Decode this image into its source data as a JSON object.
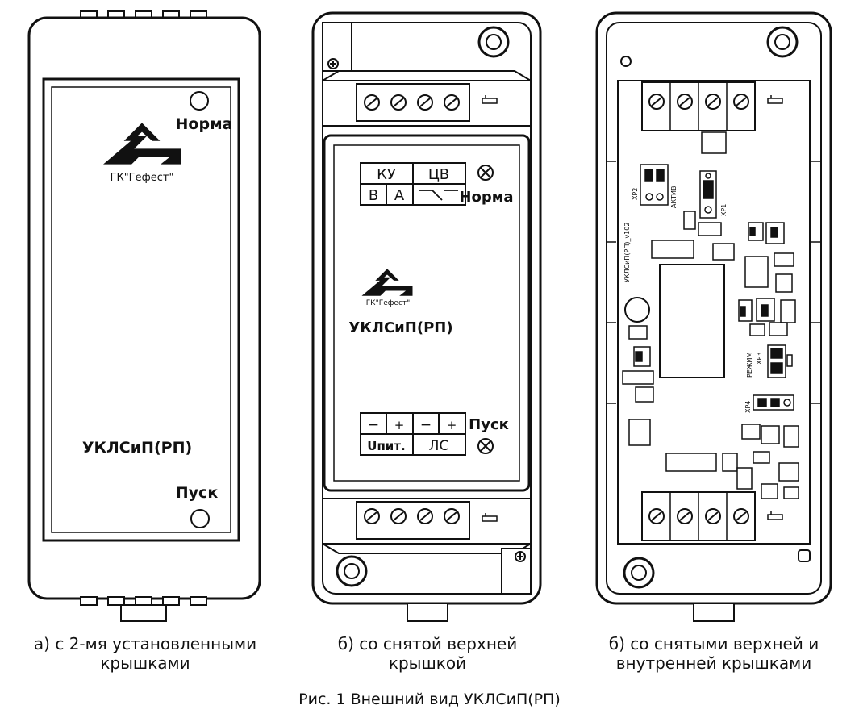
{
  "views": [
    {
      "id": "a",
      "labels": {
        "led_top": "Норма",
        "model": "УКЛСиП(РП)",
        "led_bottom": "Пуск",
        "logo_text": "ГК\"Гефест\""
      },
      "caption_lines": [
        "а) с 2-мя установленными",
        "крышками"
      ]
    },
    {
      "id": "b",
      "labels": {
        "ku": "КУ",
        "cv": "ЦВ",
        "b": "В",
        "a": "А",
        "norma": "Норма",
        "model": "УКЛСиП(РП)",
        "minus1": "−",
        "plus1": "+",
        "minus2": "−",
        "plus2": "+",
        "upit": "Uпит.",
        "ls": "ЛС",
        "pusk": "Пуск",
        "logo_text": "ГК\"Гефест\""
      },
      "caption_lines": [
        "б) со снятой верхней",
        "крышкой"
      ]
    },
    {
      "id": "c",
      "labels": {
        "xp2": "XP2",
        "xp1": "XP1",
        "xp3": "XP3",
        "xp4": "XP4",
        "aktiv": "АКТИВ",
        "rezhim": "РЕЖИМ",
        "pcb": "УКЛСиП(РП)_v102"
      },
      "caption_lines": [
        "б) со снятыми верхней и",
        "внутренней крышками"
      ]
    }
  ],
  "figure_caption": "Рис. 1 Внешний вид УКЛСиП(РП)"
}
